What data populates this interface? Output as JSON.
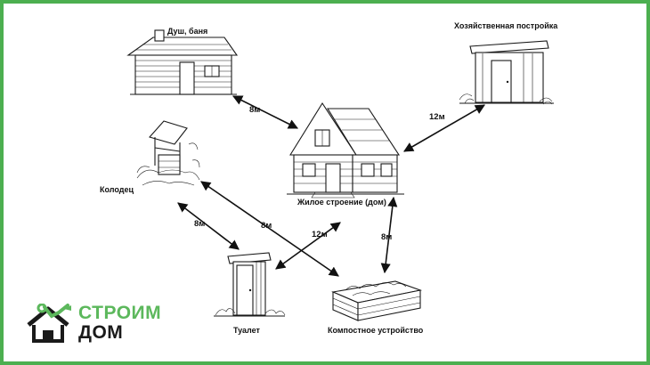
{
  "colors": {
    "frame": "#4caf50",
    "logo_green": "#5cb85c",
    "ink": "#1a1a1a"
  },
  "nodes": {
    "bathhouse": {
      "label": "Душ, баня",
      "icon": "log-bathhouse-icon"
    },
    "shed": {
      "label": "Хозяйственная постройка",
      "icon": "shed-icon"
    },
    "house": {
      "label": "Жилое строение (дом)",
      "icon": "log-house-icon"
    },
    "well": {
      "label": "Колодец",
      "icon": "well-icon"
    },
    "toilet": {
      "label": "Туалет",
      "icon": "outhouse-icon"
    },
    "compost": {
      "label": "Компостное устройство",
      "icon": "compost-bin-icon"
    }
  },
  "edges": {
    "bath_house": "8м",
    "shed_house": "12м",
    "well_toilet": "8м",
    "well_compost": "8м",
    "house_toilet": "12м",
    "house_compost": "8м"
  },
  "logo": {
    "line1": "СТРОИМ",
    "line2": "ДОМ",
    "icon": "house-wrench-logo-icon"
  }
}
